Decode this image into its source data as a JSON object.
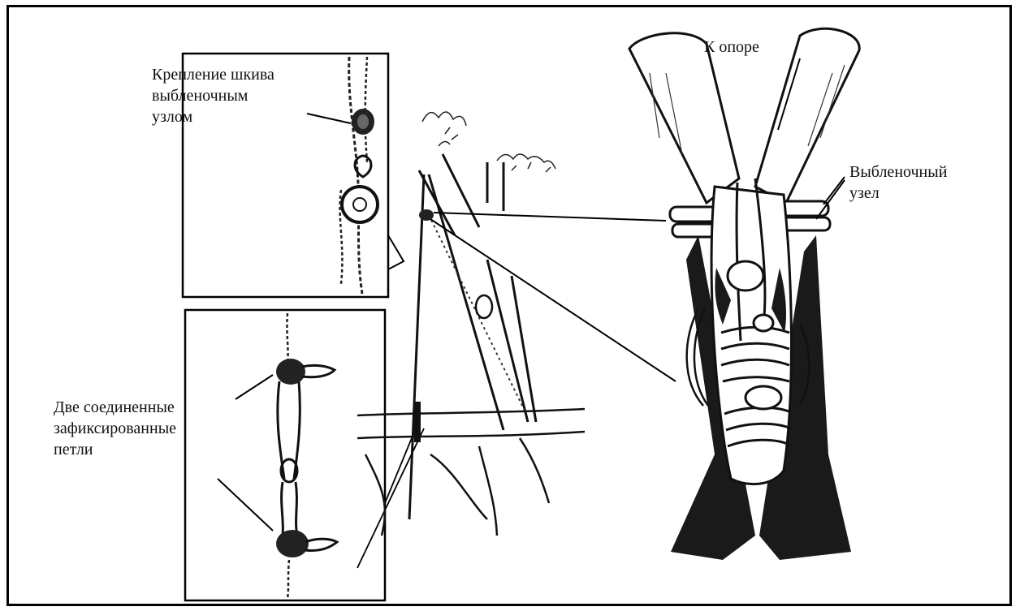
{
  "labels": {
    "pulley_attachment": "Крепление шкива\nвыбленочным\nузлом",
    "joined_loops": "Две соединенные\nзафиксированные\nпетли",
    "to_support": "К опоре",
    "clove_hitch": "Выбленочный\nузел"
  },
  "colors": {
    "ink": "#111111",
    "paper": "#ffffff",
    "shade": "#2a2a2a"
  }
}
